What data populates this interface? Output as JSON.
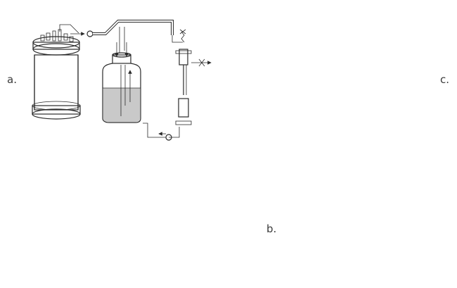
{
  "figure": {
    "labels": {
      "a": "a.",
      "b": "b.",
      "c": "c."
    },
    "colors": {
      "line": "#2a2a2a",
      "liquid": "#c9c9c9",
      "mesh": "#8a8a8a",
      "background": "#ffffff"
    }
  }
}
